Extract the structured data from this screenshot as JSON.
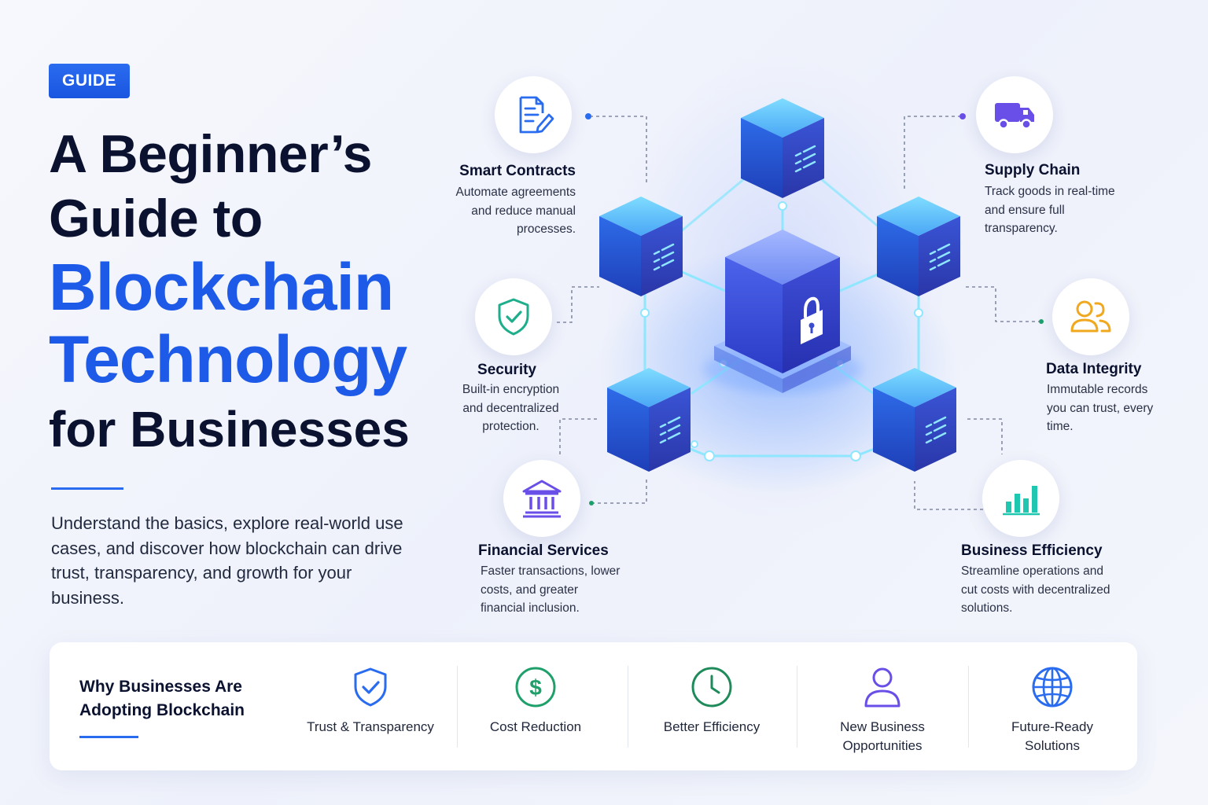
{
  "header": {
    "badge": "GUIDE",
    "title_line1": "A Beginner’s",
    "title_line2": "Guide to",
    "title_line3": "Blockchain",
    "title_line4": "Technology",
    "title_line5": "for Businesses",
    "intro": "Understand the basics, explore real-world use cases, and discover how blockchain can drive trust, transparency, and growth for your business."
  },
  "features": [
    {
      "title": "Smart Contracts",
      "desc": "Automate agreements and reduce manual processes.",
      "icon": "document-edit-icon",
      "color": "#2a6cf0"
    },
    {
      "title": "Supply Chain",
      "desc": "Track goods in real-time and ensure full transparency.",
      "icon": "delivery-truck-icon",
      "color": "#6a4ee8"
    },
    {
      "title": "Security",
      "desc": "Built-in encryption and decentralized protection.",
      "icon": "shield-check-icon",
      "color": "#1fae8c"
    },
    {
      "title": "Data Integrity",
      "desc": "Immutable records you can trust, every time.",
      "icon": "users-icon",
      "color": "#f0a81e"
    },
    {
      "title": "Financial Services",
      "desc": "Faster transactions, lower costs, and greater financial inclusion.",
      "icon": "bank-icon",
      "color": "#6a4ee8"
    },
    {
      "title": "Business Efficiency",
      "desc": "Streamline operations and cut costs with decentralized solutions.",
      "icon": "bar-chart-icon",
      "color": "#1fc7b0"
    }
  ],
  "why": {
    "title": "Why Businesses Are Adopting Blockchain",
    "items": [
      {
        "label": "Trust & Transparency",
        "icon": "shield-check-icon",
        "color": "#2a6cf0"
      },
      {
        "label": "Cost Reduction",
        "icon": "dollar-circle-icon",
        "color": "#1fa06a"
      },
      {
        "label": "Better Efficiency",
        "icon": "clock-icon",
        "color": "#1f8a5a"
      },
      {
        "label": "New Business Opportunities",
        "icon": "user-icon",
        "color": "#6a4ee8"
      },
      {
        "label": "Future-Ready Solutions",
        "icon": "globe-icon",
        "color": "#2a6cf0"
      }
    ]
  }
}
